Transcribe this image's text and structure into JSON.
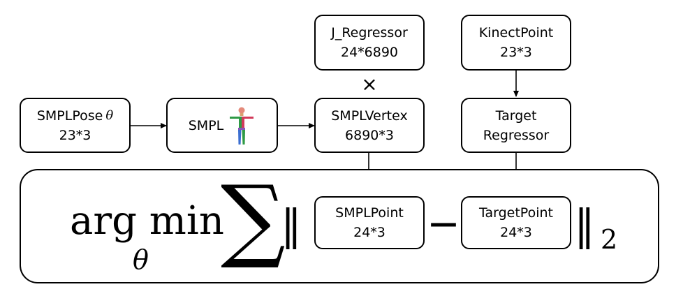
{
  "boxes": {
    "smpl_pose": {
      "label": "SMPLPose",
      "symbol": "θ",
      "dims": "23*3"
    },
    "smpl": {
      "label": "SMPL"
    },
    "j_regressor": {
      "label": "J_Regressor",
      "dims": "24*6890"
    },
    "kinect_point": {
      "label": "KinectPoint",
      "dims": "23*3"
    },
    "smpl_vertex": {
      "label": "SMPLVertex",
      "dims": "6890*3"
    },
    "target_regressor": {
      "label": "Target",
      "label2": "Regressor"
    },
    "smpl_point": {
      "label": "SMPLPoint",
      "dims": "24*3"
    },
    "target_point": {
      "label": "TargetPoint",
      "dims": "24*3"
    }
  },
  "operators": {
    "multiply": "×",
    "minus": "—"
  },
  "objective": {
    "argmin": "arg min",
    "subscript": "θ",
    "sum": "∑",
    "norm_open": "‖",
    "norm_close": "‖",
    "norm_sub": "2"
  },
  "colors": {
    "human_head": "#e48a7a",
    "human_torso_left": "#2f9a46",
    "human_torso_right": "#d23a5a",
    "human_legs": "#3b6ed1"
  }
}
